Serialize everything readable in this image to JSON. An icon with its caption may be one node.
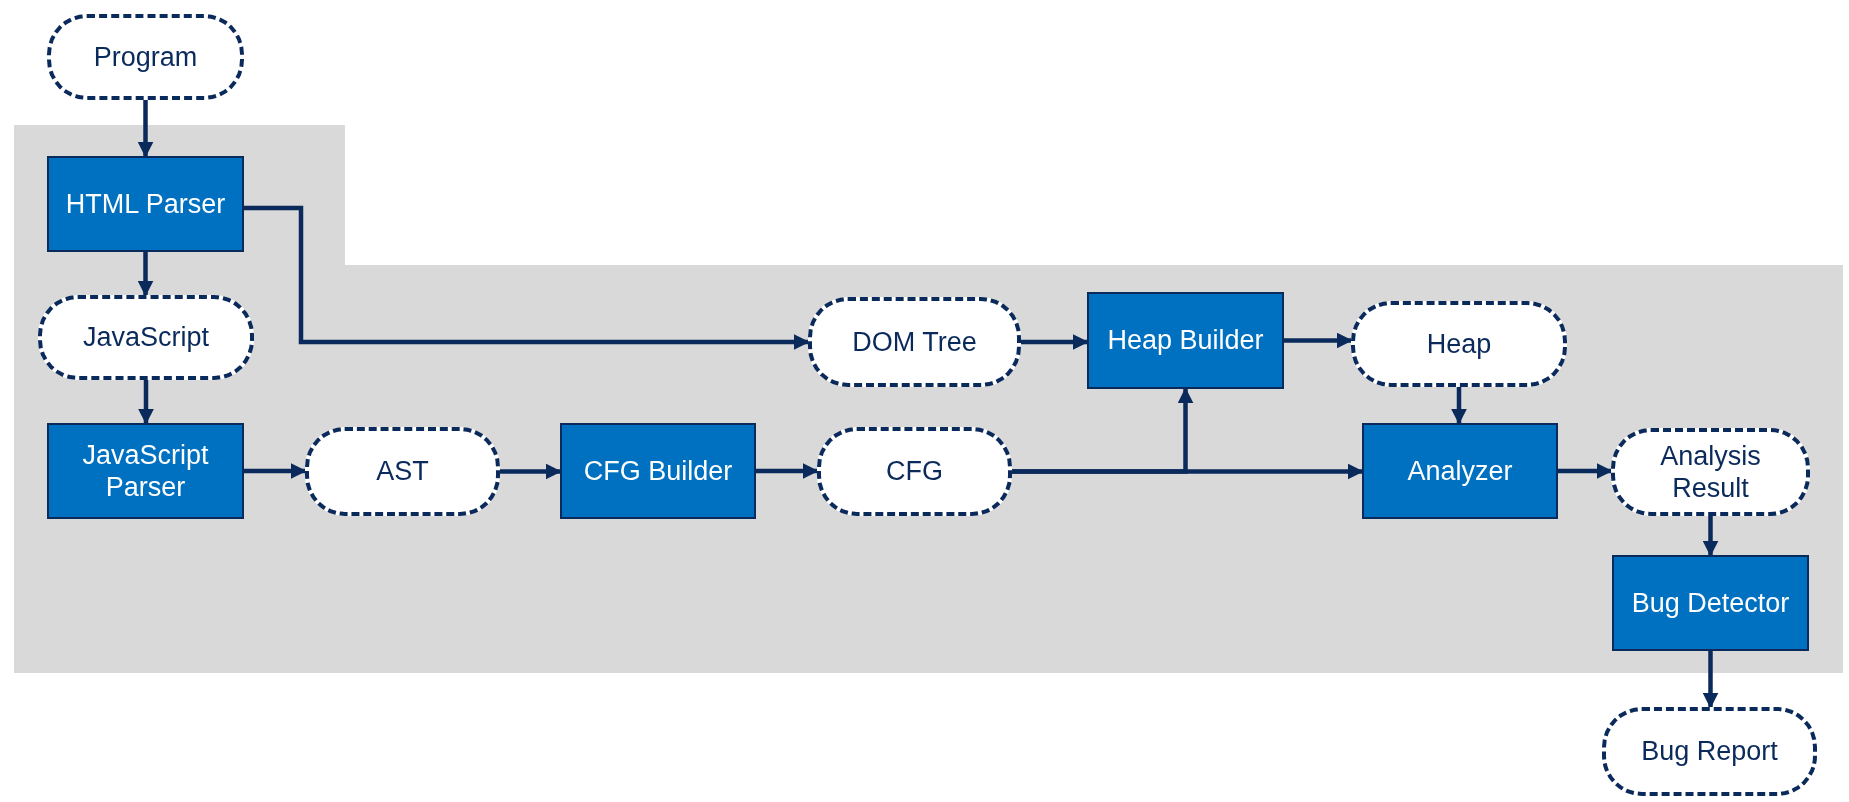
{
  "diagram": {
    "nodes": [
      {
        "text": [
          "Program"
        ]
      },
      {
        "text": [
          "HTML Parser"
        ]
      },
      {
        "text": [
          "JavaScript"
        ]
      },
      {
        "text": [
          "JavaScript Parser"
        ]
      },
      {
        "text": [
          "AST"
        ]
      },
      {
        "text": [
          "CFG Builder"
        ]
      },
      {
        "text": [
          "CFG"
        ]
      },
      {
        "text": [
          "DOM Tree"
        ]
      },
      {
        "text": [
          "Heap Builder"
        ]
      },
      {
        "text": [
          "Heap"
        ]
      },
      {
        "text": [
          "Analyzer"
        ]
      },
      {
        "text": [
          "Analysis Result"
        ]
      },
      {
        "text": [
          "Bug Detector"
        ]
      },
      {
        "text": [
          "Bug Report"
        ]
      }
    ],
    "edges": [
      {
        "from": 0,
        "to": 1,
        "arrow": "to"
      },
      {
        "from": 1,
        "to": 2,
        "arrow": "to"
      },
      {
        "from": 2,
        "to": 3,
        "arrow": "to"
      },
      {
        "from": 3,
        "to": 4,
        "arrow": "to"
      },
      {
        "from": 4,
        "to": 5,
        "arrow": "to"
      },
      {
        "from": 5,
        "to": 6,
        "arrow": "to"
      },
      {
        "from": 1,
        "to": 7,
        "arrow": "to"
      },
      {
        "from": 7,
        "to": 8,
        "arrow": "to"
      },
      {
        "from": 8,
        "to": 9,
        "arrow": "to"
      },
      {
        "from": 9,
        "to": 10,
        "arrow": "to"
      },
      {
        "from": 6,
        "to": 10,
        "arrow": "to"
      },
      {
        "from": 6,
        "to": 8,
        "arrow": "to"
      },
      {
        "from": 10,
        "to": 11,
        "arrow": "to"
      },
      {
        "from": 11,
        "to": 12,
        "arrow": "to"
      },
      {
        "from": 12,
        "to": 13,
        "arrow": "to"
      }
    ]
  }
}
